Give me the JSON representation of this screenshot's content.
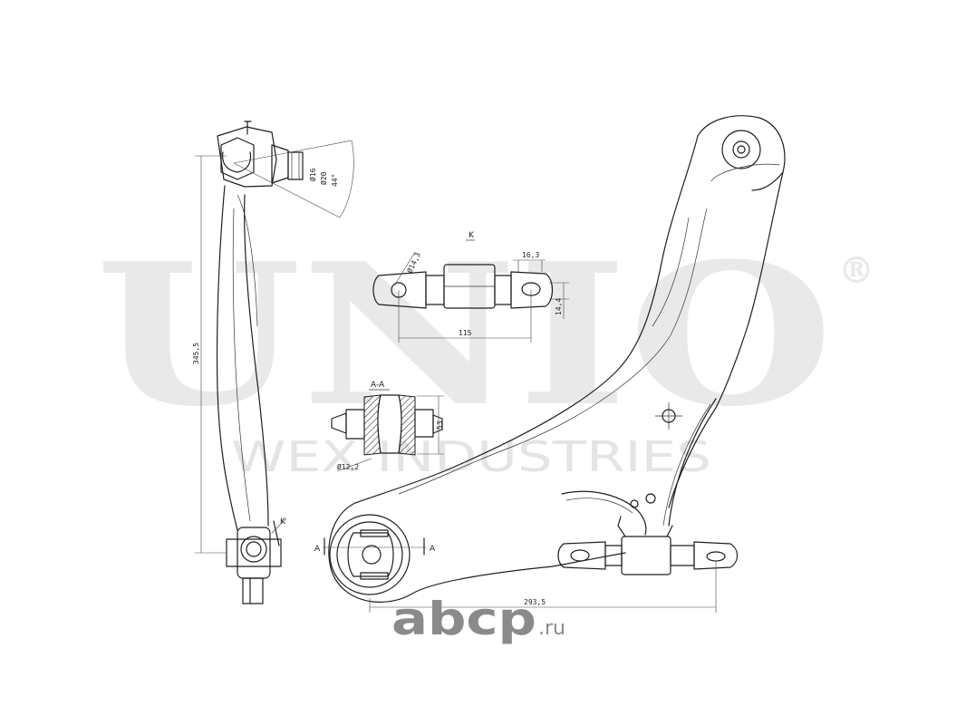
{
  "watermark": {
    "brand": "UNIO",
    "registered": "®",
    "sub": "WEX INDUSTRIES"
  },
  "site_badge": {
    "name": "abcp",
    "tld": ".ru"
  },
  "drawing": {
    "view_k_label": "K",
    "section_label": "A-A",
    "arrow_a_left": "A",
    "arrow_a_right": "A",
    "arrow_k_label": "K",
    "dimensions": {
      "ball_stud_d1": "Ø16",
      "ball_stud_d2": "Ø20",
      "cone_angle": "44°",
      "overall_length": "345,5",
      "bushing_bore": "Ø14,3",
      "bracket_width": "16,3",
      "bracket_height": "14,4",
      "bushing_span": "115",
      "section_height": "53",
      "section_bore": "Ø12,2",
      "arm_span": "293,5"
    }
  }
}
